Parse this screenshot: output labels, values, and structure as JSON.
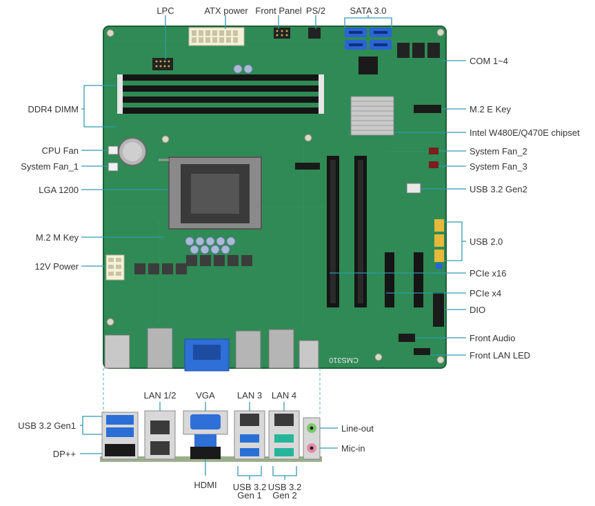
{
  "labels": {
    "top": {
      "lpc": "LPC",
      "atx_power": "ATX power",
      "front_panel": "Front Panel",
      "ps2": "PS/2",
      "sata": "SATA 3.0"
    },
    "left": {
      "ddr4": "DDR4 DIMM",
      "cpu_fan": "CPU Fan",
      "system_fan_1": "System Fan_1",
      "lga": "LGA 1200",
      "m2_m": "M.2 M Key",
      "power_12v": "12V Power"
    },
    "right": {
      "com": "COM 1~4",
      "m2_e": "M.2 E Key",
      "chipset": "Intel W480E/Q470E chipset",
      "system_fan_2": "System Fan_2",
      "system_fan_3": "System Fan_3",
      "usb32_gen2": "USB 3.2 Gen2",
      "usb20": "USB 2.0",
      "pcie_x16": "PCIe x16",
      "pcie_x4": "PCIe x4",
      "dio": "DIO",
      "front_audio": "Front Audio",
      "front_lan_led": "Front LAN LED"
    },
    "io": {
      "lan12": "LAN 1/2",
      "vga": "VGA",
      "lan3": "LAN 3",
      "lan4": "LAN 4",
      "usb_gen1": "USB 3.2 Gen1",
      "dp": "DP++",
      "line_out": "Line-out",
      "mic_in": "Mic-in",
      "hdmi": "HDMI",
      "usb_bottom_gen1_line1": "USB 3.2",
      "usb_bottom_gen1_line2": "Gen 1",
      "usb_bottom_gen2_line1": "USB 3.2",
      "usb_bottom_gen2_line2": "Gen 2"
    }
  },
  "board_silkscreen": "CMS310",
  "colors": {
    "pcb": "#2f8a55",
    "pcb_dark": "#1f6b3e",
    "leader_line": "#2f9bb0",
    "dashed_guide": "#4fb3c2",
    "sata_blue": "#2a64d6",
    "vga_blue": "#2f6fd8",
    "usb3_blue": "#2a6fd6",
    "usb_gen2_teal": "#26b59a",
    "line_out_green": "#7ec86a",
    "mic_pink": "#e58aa8",
    "text": "#333333"
  }
}
